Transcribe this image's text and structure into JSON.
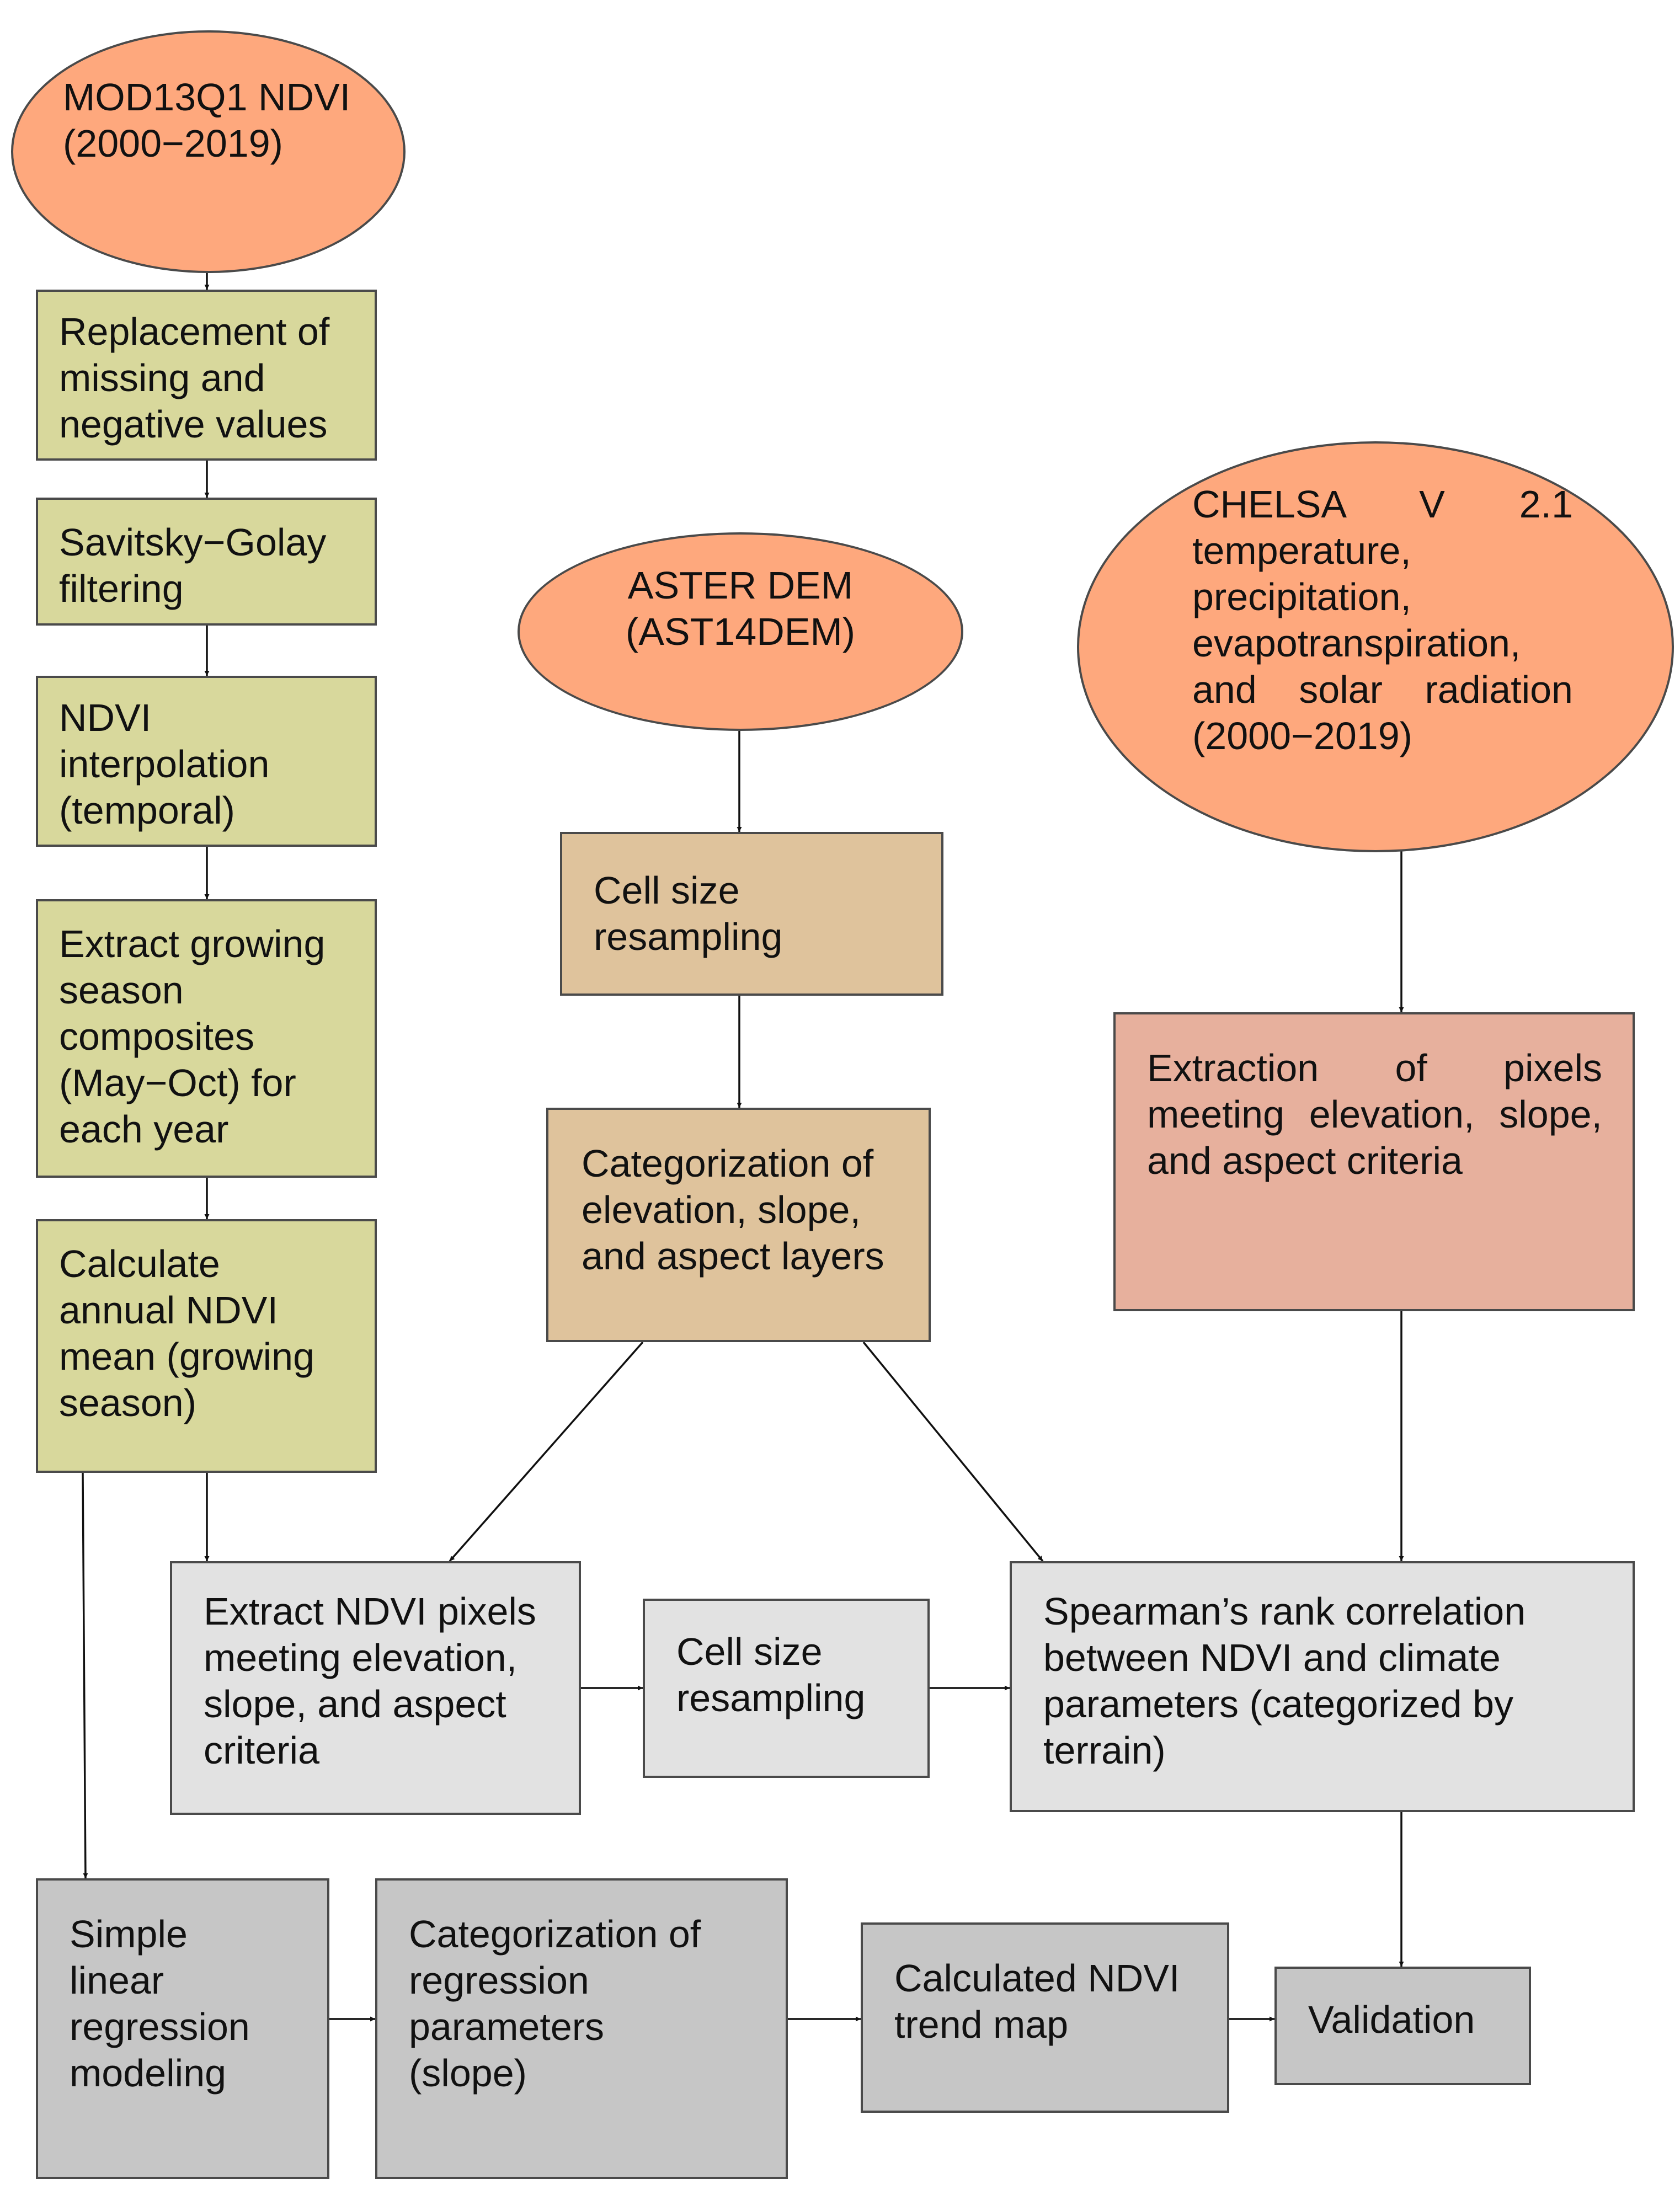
{
  "nodes": {
    "mod13q1": "MOD13Q1 NDVI\n(2000−2019)",
    "replacement": "Replacement of\nmissing and\nnegative values",
    "savitsky": "Savitsky−Golay\nfiltering",
    "ndvi_interp": "NDVI\ninterpolation\n(temporal)",
    "extract_growing": "Extract growing\nseason\ncomposites\n(May−Oct) for\neach year",
    "calc_annual": "Calculate\nannual NDVI\nmean (growing\nseason)",
    "aster": "ASTER DEM\n(AST14DEM)",
    "cell_resample_1": "Cell size\nresampling",
    "categorization_terrain": "Categorization of\nelevation, slope,\nand aspect layers",
    "chelsa": "CHELSA V 2.1 temperature, precipitation, evapotranspiration, and solar radiation (2000−2019)",
    "extraction_pixels": "Extraction of pixels meeting elevation, slope, and aspect criteria",
    "extract_ndvi_pixels": "Extract NDVI pixels\nmeeting elevation,\nslope, and aspect\ncriteria",
    "cell_resample_2": "Cell size\nresampling",
    "spearman": "Spearman’s rank correlation\nbetween NDVI and climate\nparameters (categorized by\nterrain)",
    "linear_regression": "Simple\nlinear\nregression\nmodeling",
    "categorization_regression": "Categorization of\nregression\nparameters\n(slope)",
    "trend_map": "Calculated NDVI\ntrend map",
    "validation": "Validation"
  },
  "colors": {
    "olive": "#d8d89c",
    "tan": "#dfc39c",
    "salmon": "#fea87d",
    "pink": "#e7b09d",
    "light_gray": "#e2e2e2",
    "mid_gray": "#c6c6c6",
    "edge": "#111111"
  }
}
